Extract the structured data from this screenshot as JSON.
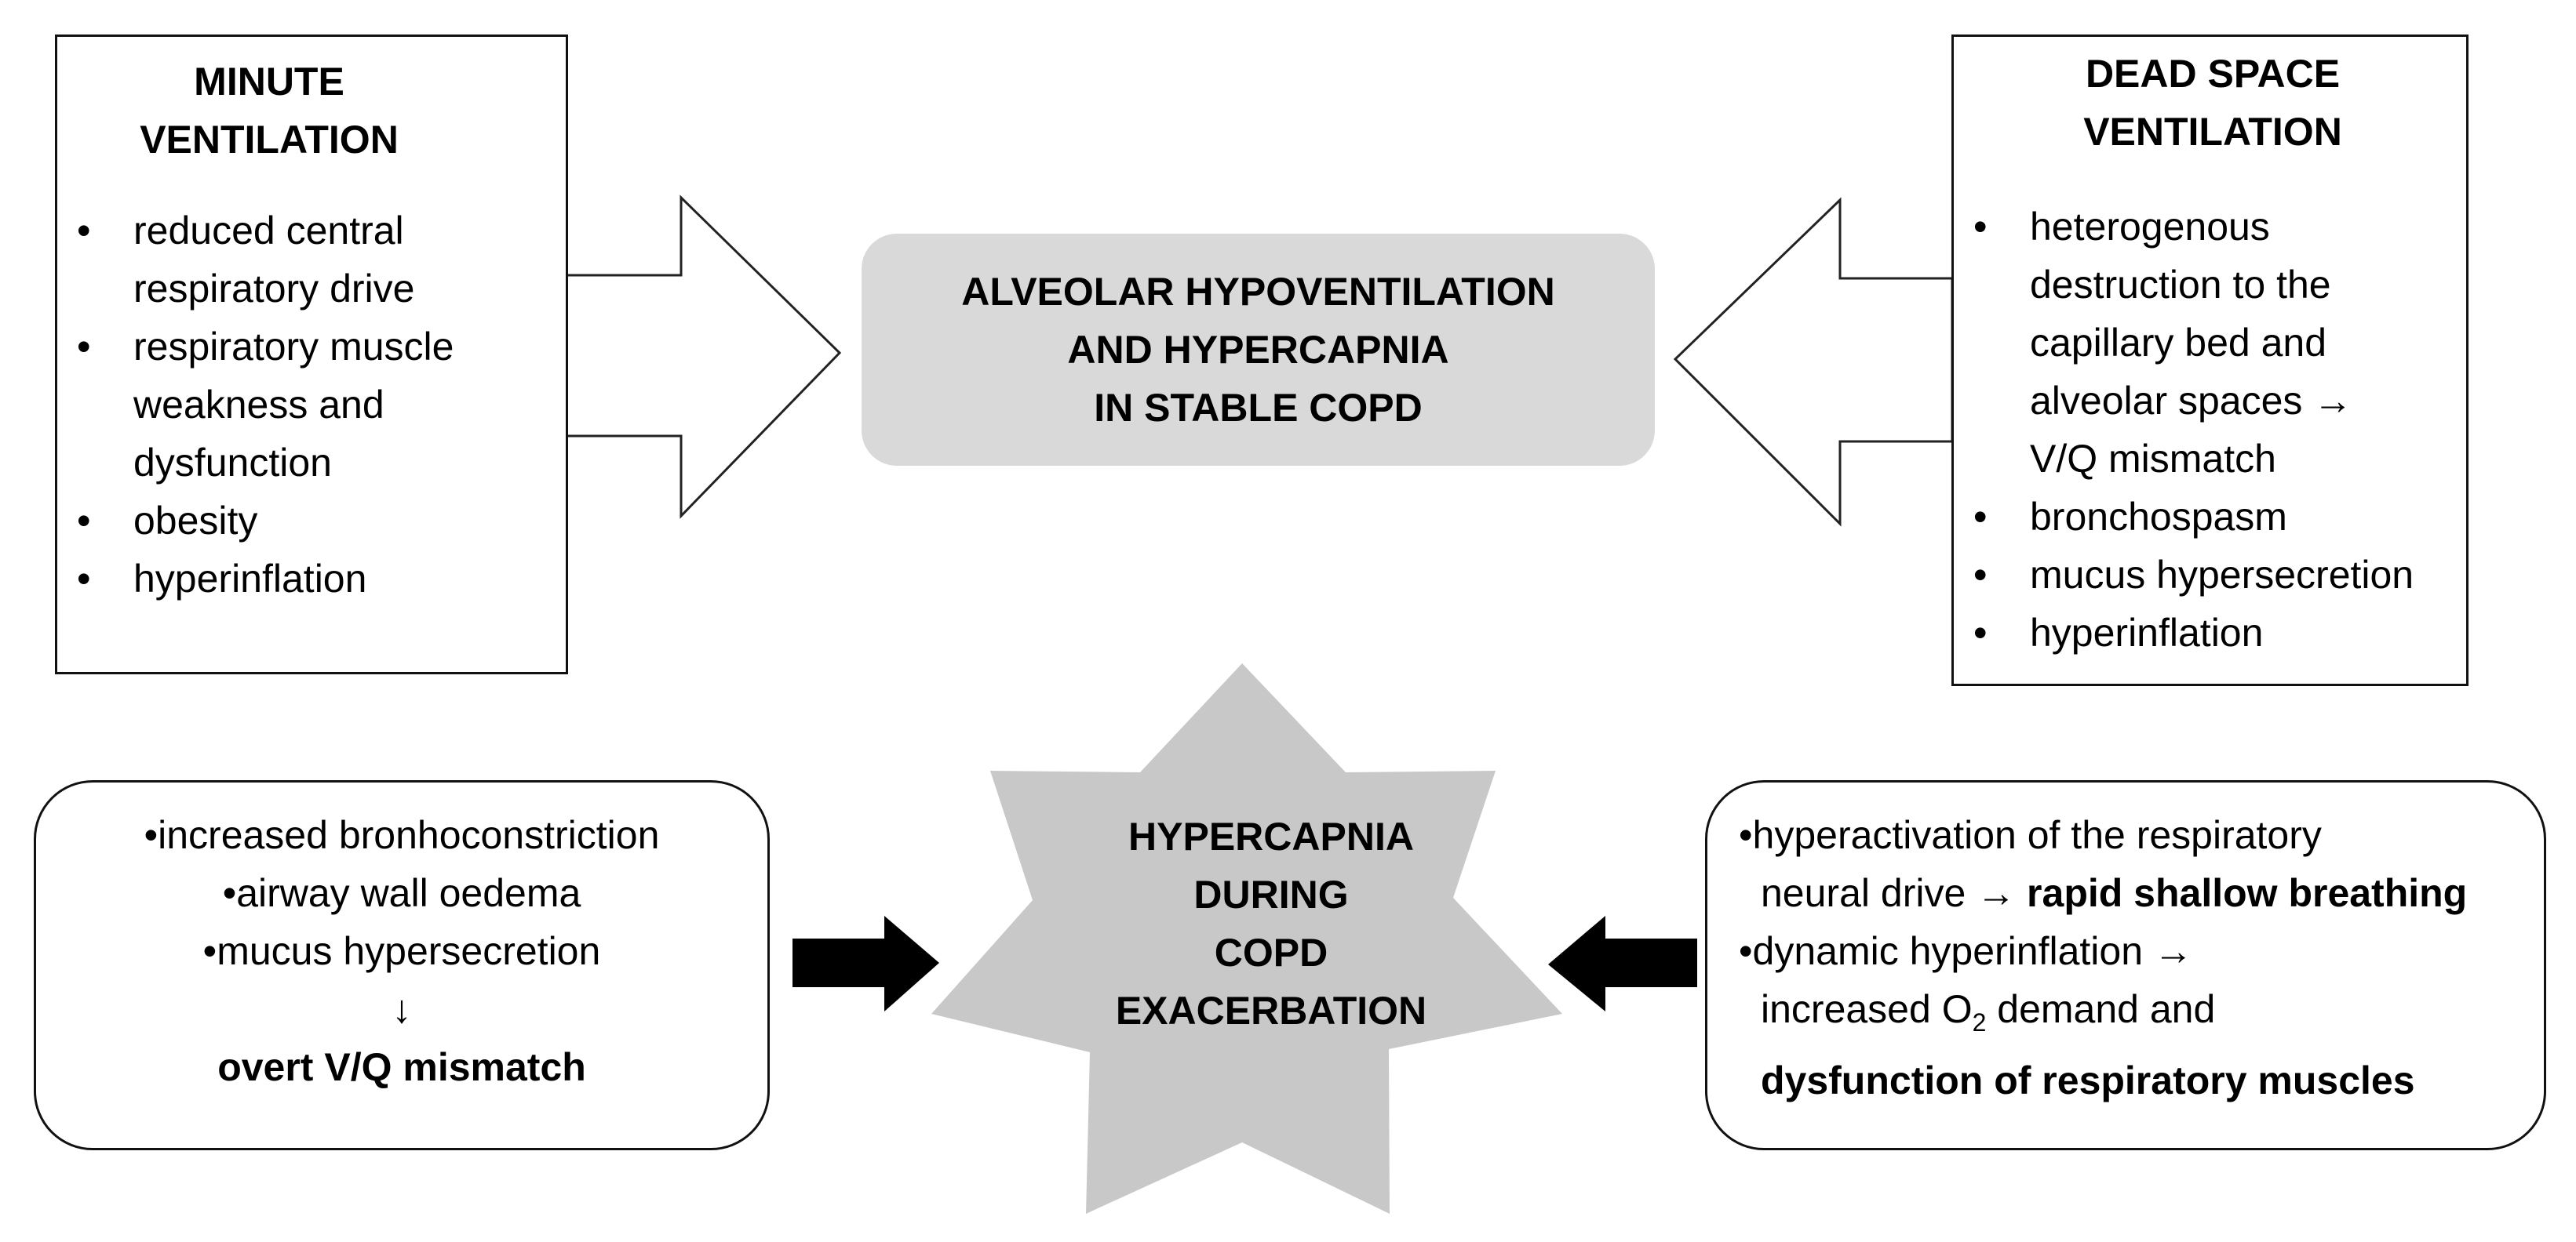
{
  "minute_ventilation": {
    "title_lines": [
      "MINUTE",
      "VENTILATION"
    ],
    "trend_icon": "down-arrow-icon",
    "items": [
      [
        "reduced central",
        "respiratory drive"
      ],
      [
        "respiratory muscle",
        "weakness and",
        "dysfunction"
      ],
      [
        "obesity"
      ],
      [
        "hyperinflation"
      ]
    ]
  },
  "dead_space_ventilation": {
    "title_lines": [
      "DEAD SPACE",
      "VENTILATION"
    ],
    "trend_icon": "up-arrow-icon",
    "items": [
      [
        "heterogenous",
        "destruction to the",
        "capillary bed and",
        "alveolar spaces →",
        "V/Q mismatch"
      ],
      [
        "bronchospasm"
      ],
      [
        "mucus hypersecretion"
      ],
      [
        "hyperinflation"
      ]
    ]
  },
  "center": {
    "title_lines": [
      "ALVEOLAR HYPOVENTILATION",
      "AND HYPERCAPNIA",
      "IN STABLE COPD"
    ]
  },
  "exacerbation": {
    "title_lines": [
      "HYPERCAPNIA",
      "DURING",
      "COPD",
      "EXACERBATION"
    ]
  },
  "left_causes": {
    "items": [
      "increased bronhoconstriction",
      "airway wall oedema",
      "mucus hypersecretion"
    ],
    "arrow": "↓",
    "result": "overt V/Q mismatch"
  },
  "right_causes": {
    "item1_line1": "hyperactivation of the respiratory",
    "item1_line2_prefix": "neural drive → ",
    "item1_line2_bold": "rapid shallow breathing",
    "item2_line1": "dynamic hyperinflation →",
    "item2_line2_prefix": "increased O",
    "item2_line2_sub": "2",
    "item2_line2_suffix": " demand and",
    "item2_line3_bold": "dysfunction of respiratory muscles"
  },
  "colors": {
    "center_box": "#d9d9d9",
    "star": "#c8c8c8",
    "arrow_fill": "#000000",
    "border": "#111111"
  }
}
